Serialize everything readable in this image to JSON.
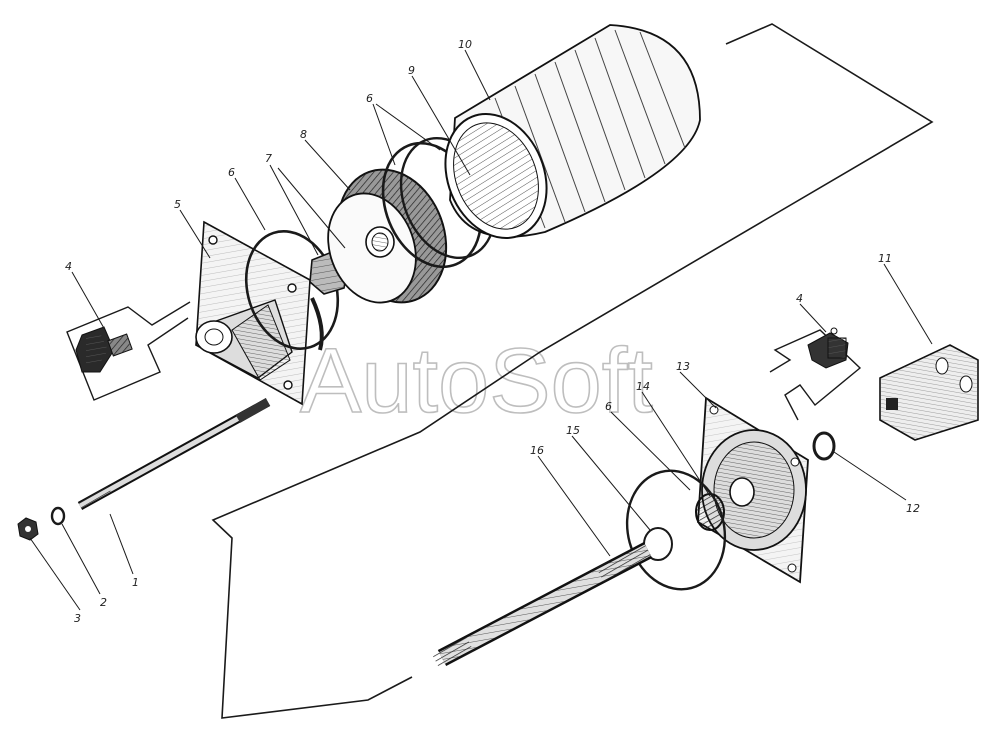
{
  "watermark": "AutoSoft",
  "colors": {
    "ink": "#1a1a1a",
    "paper": "#ffffff",
    "shade": "#cfcfcf",
    "watermark": "#b8b8b8"
  },
  "callouts": [
    {
      "id": "c1",
      "text": "1"
    },
    {
      "id": "c2",
      "text": "2"
    },
    {
      "id": "c3",
      "text": "3"
    },
    {
      "id": "c4a",
      "text": "4"
    },
    {
      "id": "c4b",
      "text": "4"
    },
    {
      "id": "c5",
      "text": "5"
    },
    {
      "id": "c6a",
      "text": "6"
    },
    {
      "id": "c6b",
      "text": "6"
    },
    {
      "id": "c6c",
      "text": "6"
    },
    {
      "id": "c7",
      "text": "7"
    },
    {
      "id": "c8",
      "text": "8"
    },
    {
      "id": "c9",
      "text": "9"
    },
    {
      "id": "c10",
      "text": "10"
    },
    {
      "id": "c11",
      "text": "11"
    },
    {
      "id": "c12",
      "text": "12"
    },
    {
      "id": "c13",
      "text": "13"
    },
    {
      "id": "c14",
      "text": "14"
    },
    {
      "id": "c15",
      "text": "15"
    },
    {
      "id": "c16",
      "text": "16"
    }
  ]
}
